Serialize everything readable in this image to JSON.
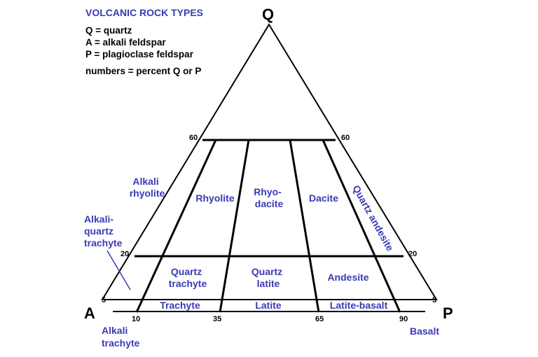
{
  "title": "VOLCANIC ROCK TYPES",
  "legend": {
    "q": "Q = quartz",
    "a": "A = alkali feldspar",
    "p": "P = plagioclase feldspar",
    "numbers": "numbers = percent Q or P"
  },
  "vertices": {
    "q": "Q",
    "a": "A",
    "p": "P"
  },
  "boundary_labels": {
    "q60_left": "60",
    "q60_right": "60",
    "q20_left": "20",
    "q20_right": "20",
    "q5_left": "5",
    "q5_right": "5",
    "p10": "10",
    "p35": "35",
    "p65": "65",
    "p90": "90"
  },
  "rocks": {
    "alkali_rhyolite": [
      "Alkali",
      "rhyolite"
    ],
    "rhyolite": "Rhyolite",
    "rhyodacite": [
      "Rhyo-",
      "dacite"
    ],
    "dacite": "Dacite",
    "quartz_andesite": "Quartz andesite",
    "alkali_quartz_trachyte": [
      "Alkali-",
      "quartz",
      "trachyte"
    ],
    "quartz_trachyte": [
      "Quartz",
      "trachyte"
    ],
    "quartz_latite": [
      "Quartz",
      "latite"
    ],
    "andesite": "Andesite",
    "trachyte": "Trachyte",
    "latite": "Latite",
    "latite_basalt": "Latite-basalt",
    "alkali_trachyte": [
      "Alkali",
      "trachyte"
    ],
    "basalt": "Basalt"
  }
}
